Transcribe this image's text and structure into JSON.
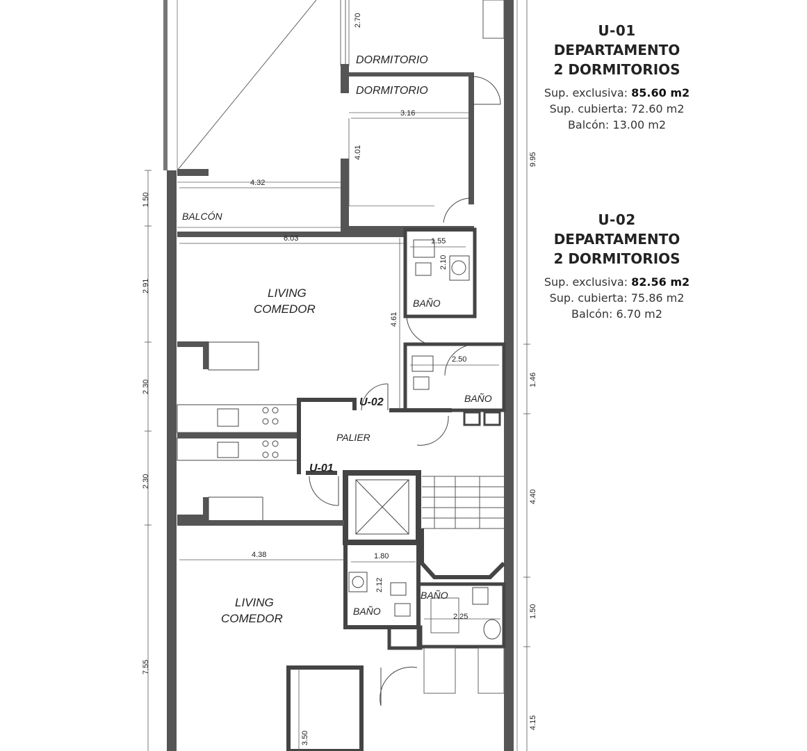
{
  "units": [
    {
      "code": "U-01",
      "title_line1": "DEPARTAMENTO",
      "title_line2": "2 DORMITORIOS",
      "sup_exclusiva_label": "Sup. exclusiva:",
      "sup_exclusiva_value": "85.60 m2",
      "sup_cubierta_label": "Sup. cubierta:",
      "sup_cubierta_value": "72.60 m2",
      "balcon_label": "Balcón:",
      "balcon_value": "13.00 m2"
    },
    {
      "code": "U-02",
      "title_line1": "DEPARTAMENTO",
      "title_line2": "2 DORMITORIOS",
      "sup_exclusiva_label": "Sup. exclusiva:",
      "sup_exclusiva_value": "82.56 m2",
      "sup_cubierta_label": "Sup. cubierta:",
      "sup_cubierta_value": "75.86 m2",
      "balcon_label": "Balcón:",
      "balcon_value": "6.70 m2"
    }
  ],
  "rooms": {
    "dormitorio_1": "DORMITORIO",
    "dormitorio_2": "DORMITORIO",
    "balcon": "BALCÓN",
    "living_1": "LIVING",
    "comedor_1": "COMEDOR",
    "bano_1": "BAÑO",
    "bano_2": "BAÑO",
    "palier": "PALIER",
    "u02_tag": "U-02",
    "u01_tag": "U-01",
    "living_2": "LIVING",
    "comedor_2": "COMEDOR",
    "bano_3": "BAÑO",
    "bano_4": "BAÑO"
  },
  "dimensions": {
    "d_270": "2.70",
    "d_316": "3.16",
    "d_401": "4.01",
    "d_995": "9.95",
    "d_150a": "1.50",
    "d_432": "4.32",
    "d_603": "6.03",
    "d_155": "1.55",
    "d_210": "2.10",
    "d_291": "2.91",
    "d_461": "4.61",
    "d_250": "2.50",
    "d_146": "1.46",
    "d_230a": "2.30",
    "d_230b": "2.30",
    "d_440": "4.40",
    "d_438": "4.38",
    "d_180": "1.80",
    "d_212": "2.12",
    "d_225": "2.25",
    "d_150b": "1.50",
    "d_755": "7.55",
    "d_415": "4.15",
    "d_350": "3.50"
  }
}
